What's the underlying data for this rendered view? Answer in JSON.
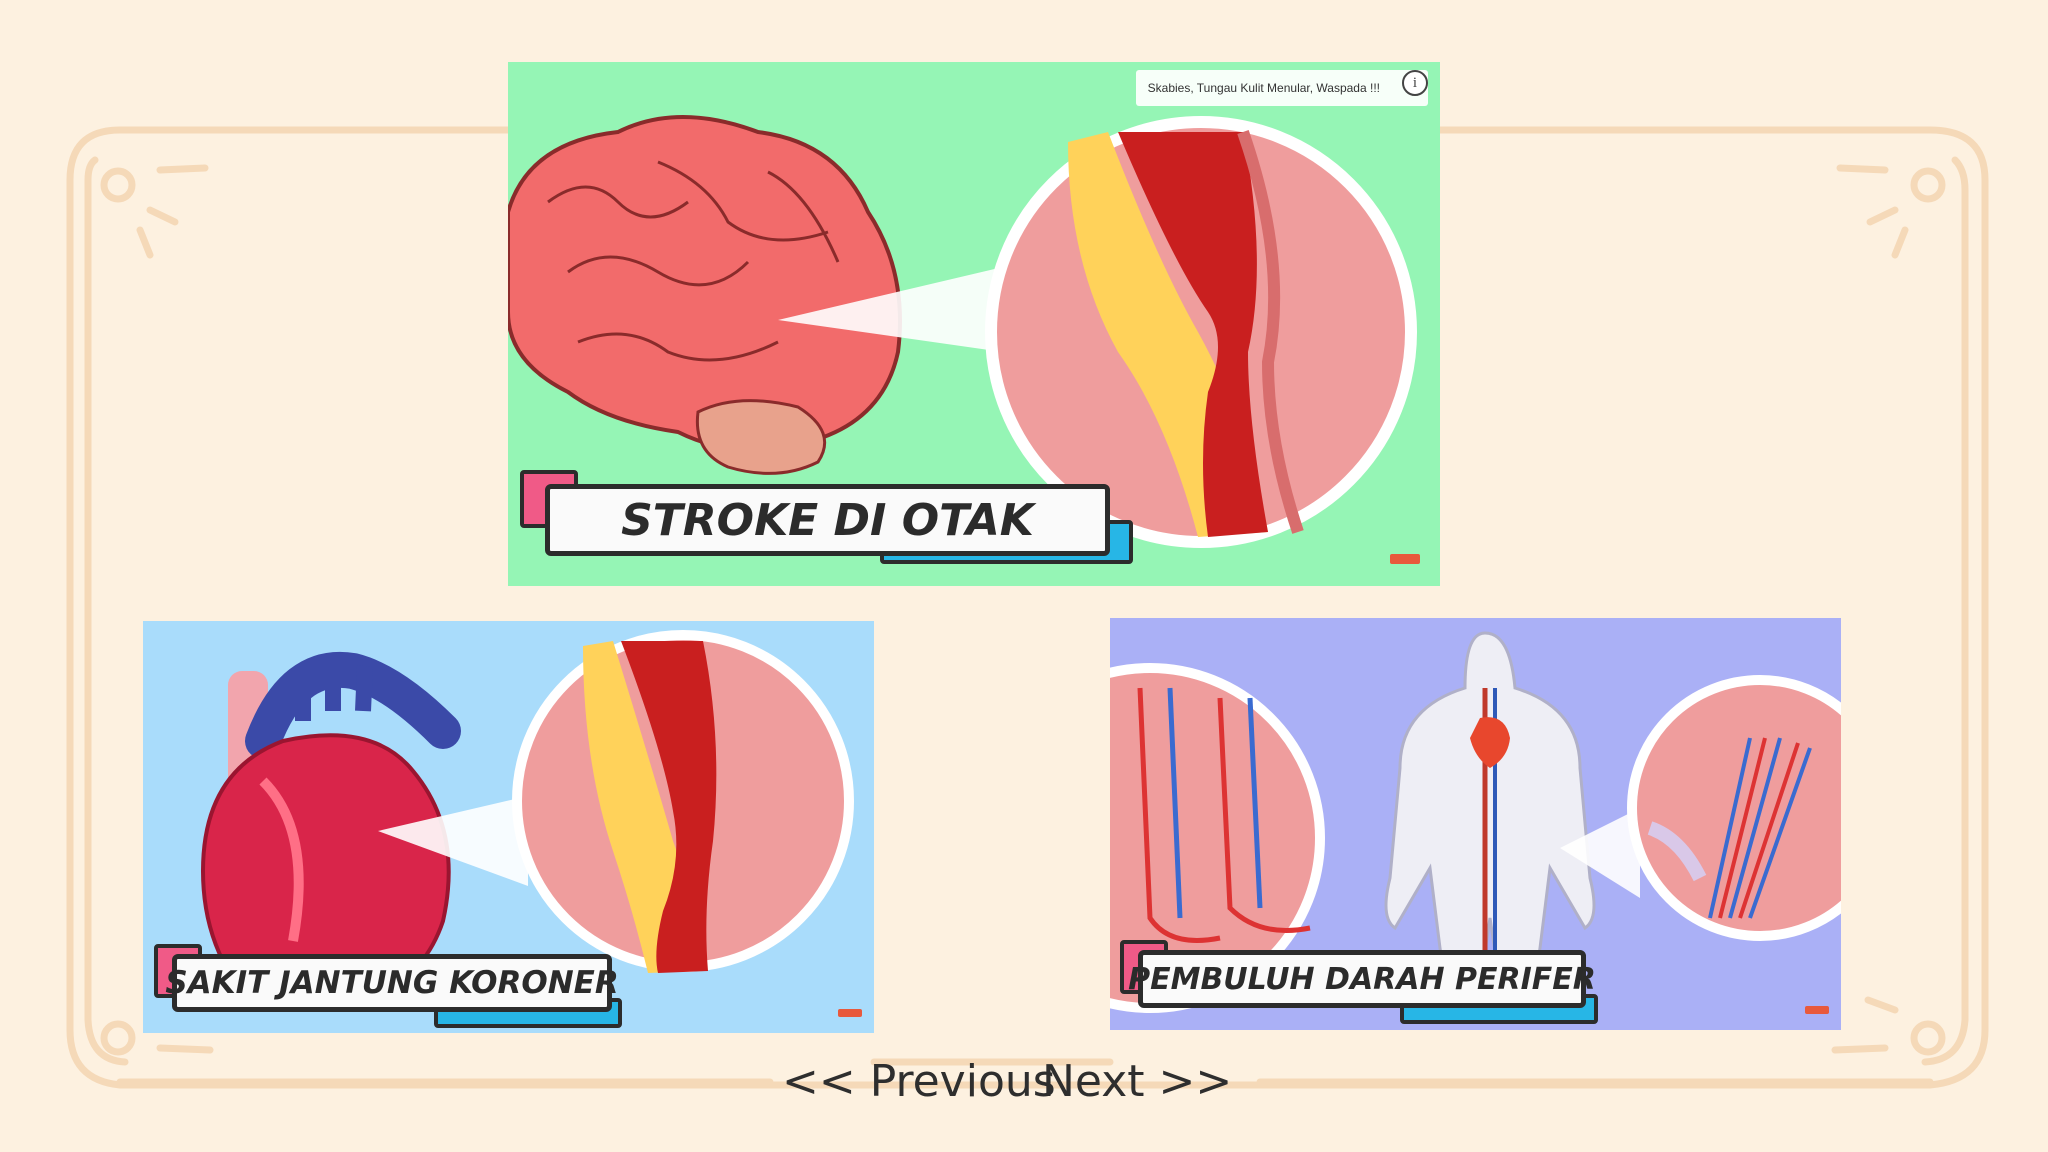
{
  "panels": {
    "stroke": {
      "title": "STROKE DI OTAK",
      "info_text": "Skabies, Tungau Kulit Menular, Waspada !!!",
      "info_icon": "info-icon"
    },
    "jantung": {
      "title": "SAKIT JANTUNG KORONER"
    },
    "perifer": {
      "title": "PEMBULUH DARAH PERIFER"
    }
  },
  "nav": {
    "previous_label": "<< Previous",
    "next_label": "Next >>"
  },
  "colors": {
    "page_bg": "#fdf1e0",
    "frame": "#f5d9b8",
    "stroke_bg": "#95f5b5",
    "jantung_bg": "#a9dcfb",
    "perifer_bg": "#aab0f6",
    "label_pink": "#f05a87",
    "label_blue": "#27b6e6"
  }
}
